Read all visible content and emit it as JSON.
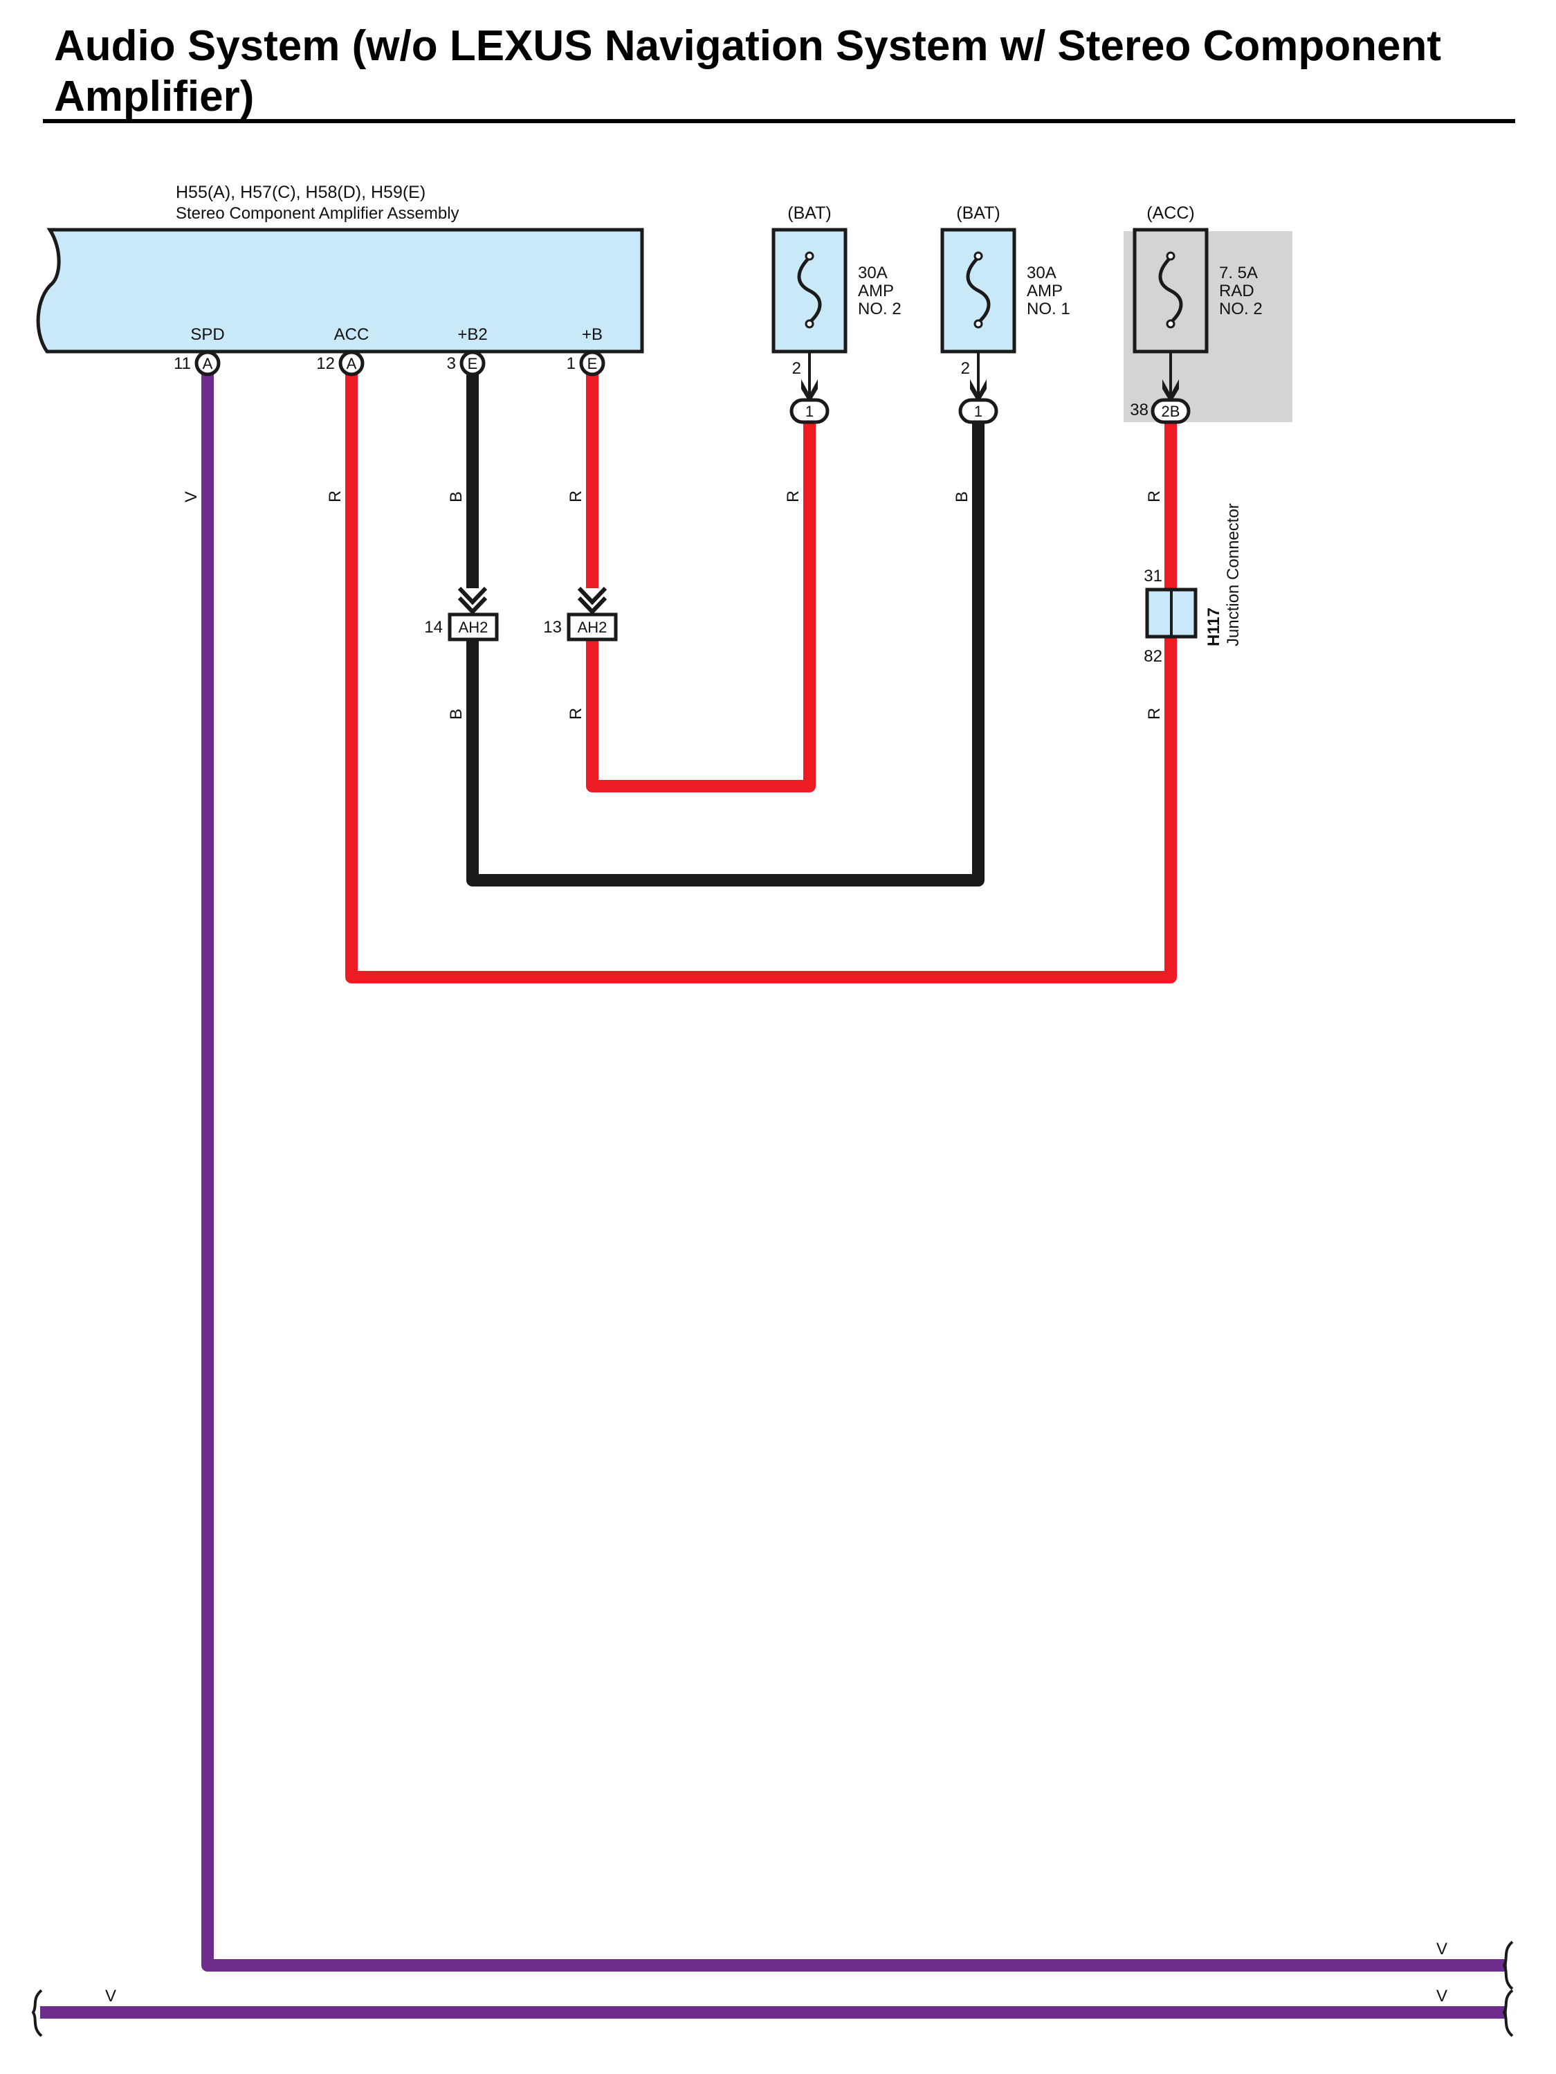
{
  "title": {
    "line1": "Audio System (w/o LEXUS Navigation System w/ Stereo Component",
    "line2": "Amplifier)"
  },
  "colors": {
    "red_wire": "#ed1c24",
    "black_wire": "#1a1a1a",
    "violet_wire": "#6e2c8c",
    "component_fill": "#c9e8f8",
    "acc_zone": "#d4d4d6"
  },
  "amplifier": {
    "connectors": "H55(A), H57(C), H58(D), H59(E)",
    "name": "Stereo Component Amplifier Assembly",
    "pins": [
      {
        "label": "SPD",
        "number": "11",
        "conn": "A"
      },
      {
        "label": "ACC",
        "number": "12",
        "conn": "A"
      },
      {
        "label": "+B2",
        "number": "3",
        "conn": "E"
      },
      {
        "label": "+B",
        "number": "1",
        "conn": "E"
      }
    ]
  },
  "fuses": [
    {
      "source": "(BAT)",
      "rating": "30A",
      "line2": "AMP",
      "line3": "NO. 2",
      "out_pin": "2",
      "conn": "1"
    },
    {
      "source": "(BAT)",
      "rating": "30A",
      "line2": "AMP",
      "line3": "NO. 1",
      "out_pin": "2",
      "conn": "1"
    },
    {
      "source": "(ACC)",
      "rating": "7. 5A",
      "line2": "RAD",
      "line3": "NO. 2",
      "out_pin": "38",
      "conn": "2B"
    }
  ],
  "inline_connectors": [
    {
      "pin": "14",
      "name": "AH2"
    },
    {
      "pin": "13",
      "name": "AH2"
    }
  ],
  "junction": {
    "id": "H117",
    "name": "Junction Connector",
    "pin_top": "31",
    "pin_bottom": "82"
  },
  "wire_color_codes": {
    "spd": "V",
    "acc": "R",
    "b2_upper": "B",
    "b_upper": "R",
    "fuse_amp2": "R",
    "fuse_amp1": "B",
    "fuse_rad": "R",
    "b2_lower": "B",
    "b_lower": "R",
    "junction_lower": "R",
    "bus1_right": "V",
    "bus2_left": "V",
    "bus2_right": "V"
  }
}
